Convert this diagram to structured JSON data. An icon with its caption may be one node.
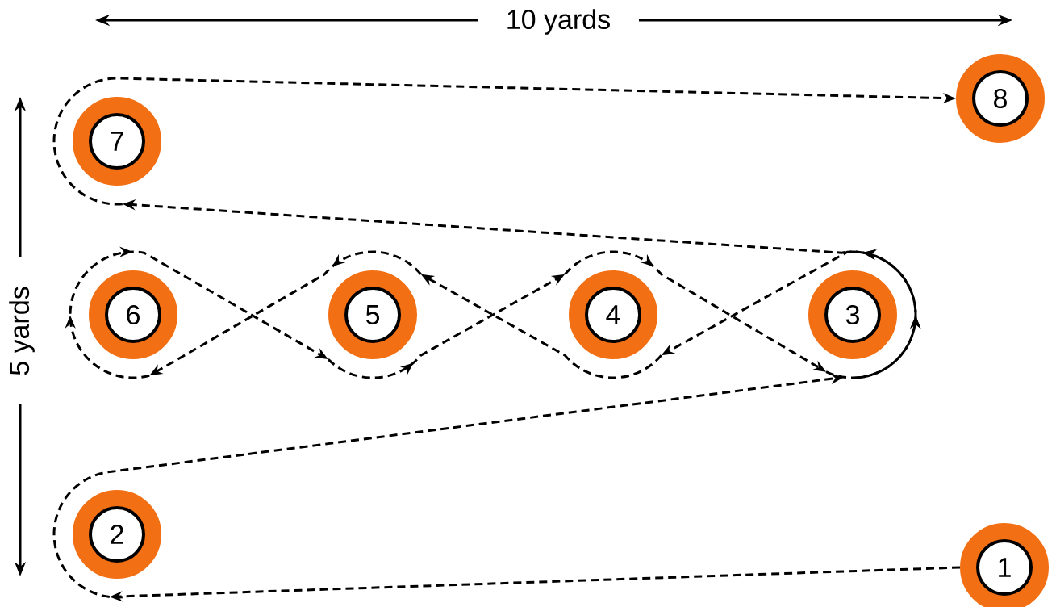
{
  "diagram": {
    "nodes": [
      {
        "text": [
          "1"
        ]
      },
      {
        "text": [
          "2"
        ]
      },
      {
        "text": [
          "3"
        ]
      },
      {
        "text": [
          "4"
        ]
      },
      {
        "text": [
          "5"
        ]
      },
      {
        "text": [
          "6"
        ]
      },
      {
        "text": [
          "7"
        ]
      },
      {
        "text": [
          "8"
        ]
      }
    ],
    "edges": [
      {
        "from": 0,
        "to": 1,
        "arrow": "to",
        "style": "dashed"
      },
      {
        "from": 1,
        "to": 2,
        "arrow": "to",
        "style": "dashed"
      },
      {
        "from": 2,
        "to": 3,
        "arrow": "to",
        "style": "dashed"
      },
      {
        "from": 3,
        "to": 4,
        "arrow": "to",
        "style": "dashed"
      },
      {
        "from": 4,
        "to": 5,
        "arrow": "to",
        "style": "dashed"
      },
      {
        "from": 5,
        "to": 4,
        "arrow": "to",
        "style": "dashed"
      },
      {
        "from": 4,
        "to": 3,
        "arrow": "to",
        "style": "dashed"
      },
      {
        "from": 3,
        "to": 2,
        "arrow": "to",
        "style": "dashed"
      },
      {
        "from": 2,
        "to": 6,
        "arrow": "to",
        "style": "dashed"
      },
      {
        "from": 6,
        "to": 7,
        "arrow": "to",
        "style": "dashed"
      }
    ],
    "labels": [
      "10 yards",
      "5 yards"
    ]
  }
}
